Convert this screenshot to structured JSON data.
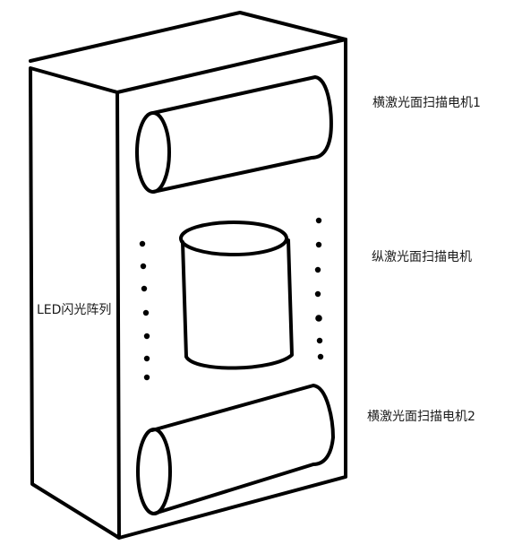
{
  "labels": {
    "horizontal_motor_1": "横激光面扫描电机1",
    "vertical_motor": "纵激光面扫描电机",
    "led_array": "LED闪光阵列",
    "horizontal_motor_2": "横激光面扫描电机2"
  },
  "colors": {
    "line": "#000000",
    "text": "#1a1a1a",
    "background": "#ffffff"
  }
}
